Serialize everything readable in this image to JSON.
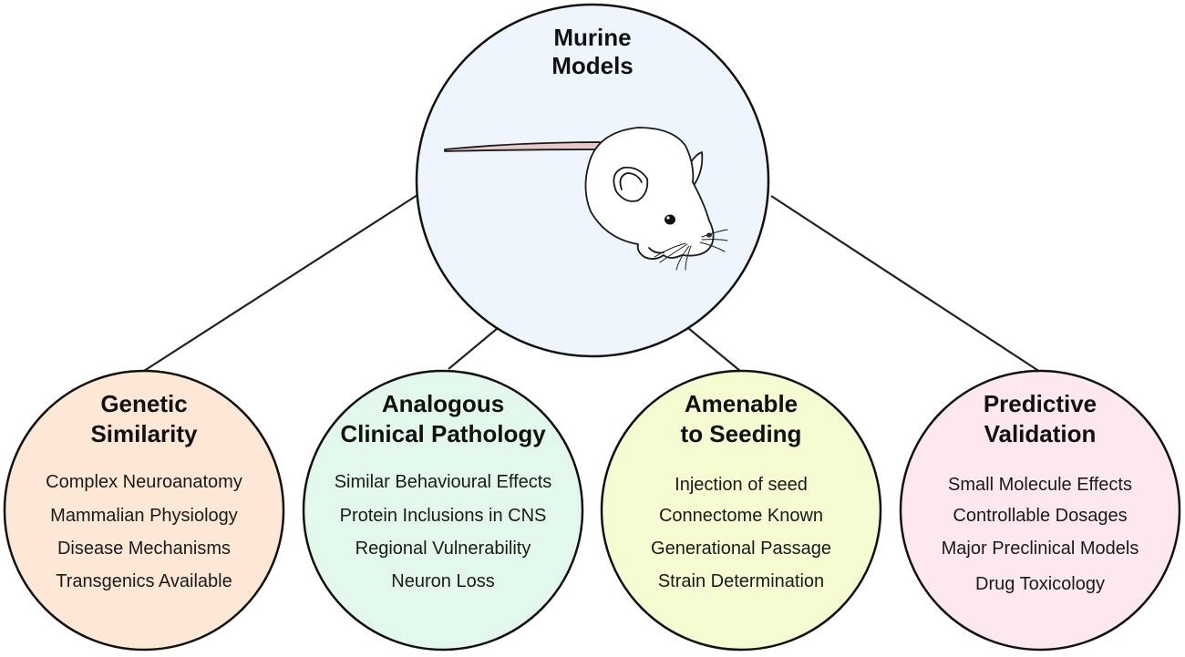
{
  "hub": {
    "title_line1": "Murine",
    "title_line2": "Models",
    "fill": "#eef5fd",
    "icon": "mouse-icon"
  },
  "branches": [
    {
      "title_line1": "Genetic",
      "title_line2": "Similarity",
      "fill": "#fde8d5",
      "items": [
        "Complex Neuroanatomy",
        "Mammalian Physiology",
        "Disease Mechanisms",
        "Transgenics Available"
      ]
    },
    {
      "title_line1": "Analogous",
      "title_line2": "Clinical Pathology",
      "fill": "#e2f8ea",
      "items": [
        "Similar Behavioural Effects",
        "Protein Inclusions in CNS",
        "Regional Vulnerability",
        "Neuron Loss"
      ]
    },
    {
      "title_line1": "Amenable",
      "title_line2": "to Seeding",
      "fill": "#f6fbd2",
      "items": [
        "Injection of seed",
        "Connectome Known",
        "Generational Passage",
        "Strain Determination"
      ]
    },
    {
      "title_line1": "Predictive",
      "title_line2": "Validation",
      "fill": "#fde8f0",
      "items": [
        "Small Molecule Effects",
        "Controllable Dosages",
        "Major Preclinical Models",
        "Drug Toxicology"
      ]
    }
  ]
}
